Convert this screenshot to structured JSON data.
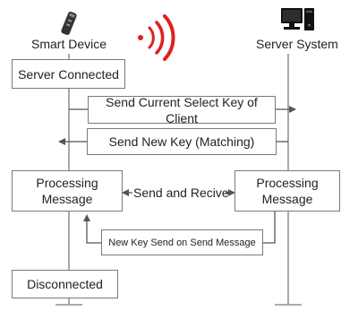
{
  "actors": {
    "device": {
      "label": "Smart Device",
      "icon": "remote-control-icon"
    },
    "server": {
      "label": "Server System",
      "icon": "desktop-computer-icon"
    }
  },
  "signal_icon": "wireless-signal-icon",
  "colors": {
    "line": "#7a7a7a",
    "arrow": "#555555",
    "signal": "#e02020",
    "text": "#222222"
  },
  "steps": {
    "server_connected": "Server Connected",
    "send_current_key": "Send Current Select Key of Client",
    "send_new_key": "Send New Key (Matching)",
    "processing_left": [
      "Processing",
      "Message"
    ],
    "send_and_receive": "Send and Recive",
    "processing_right": [
      "Processing",
      "Message"
    ],
    "new_key_send": "New Key Send on Send Message",
    "disconnected": "Disconnected"
  }
}
